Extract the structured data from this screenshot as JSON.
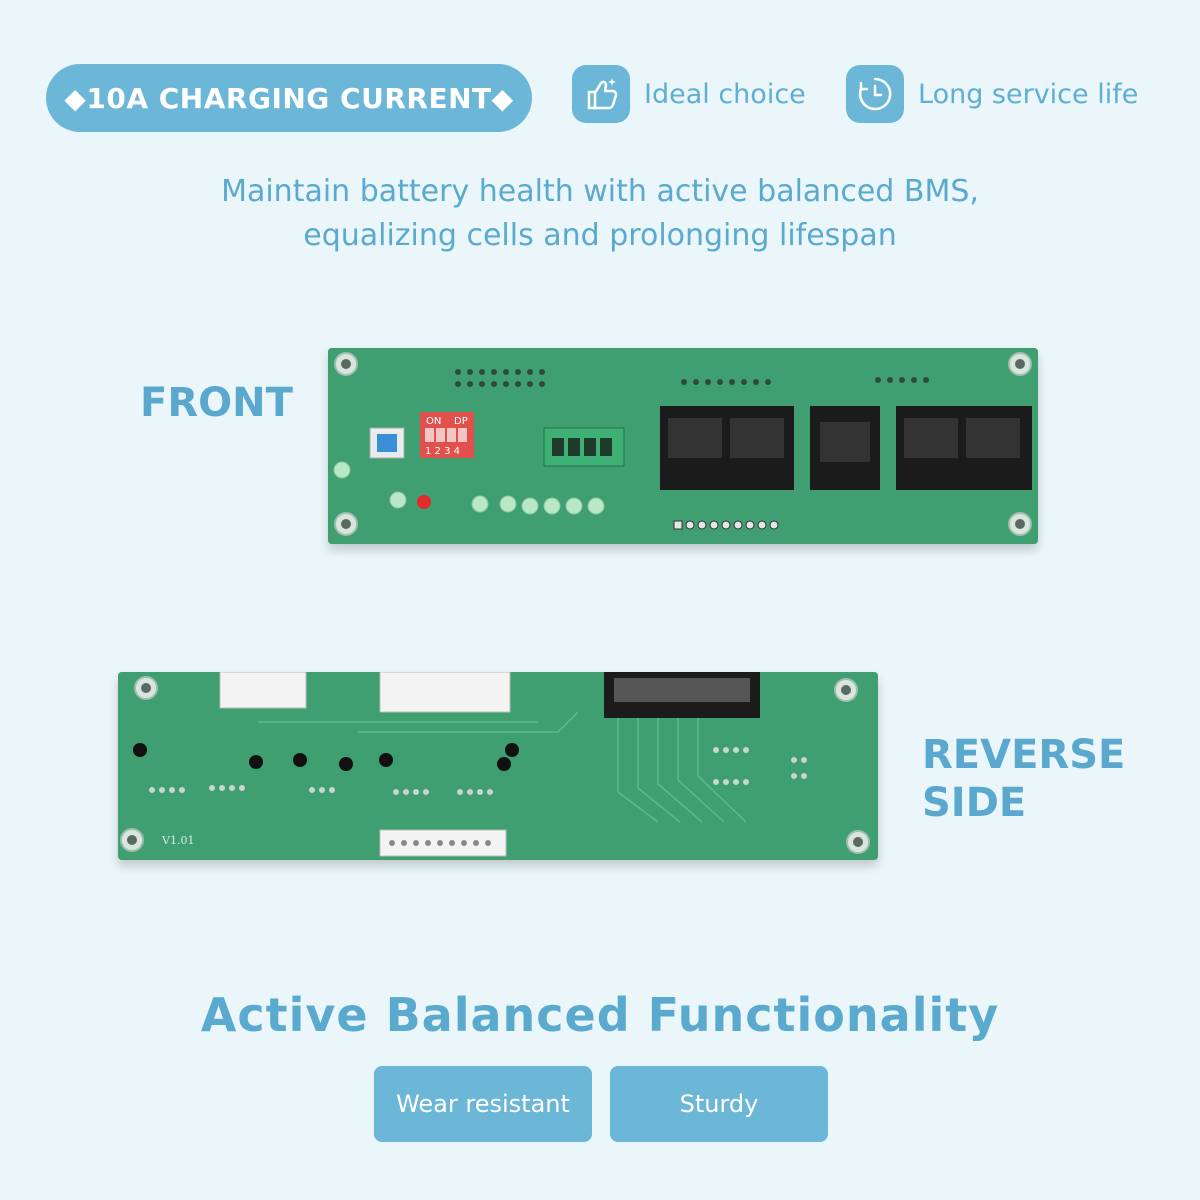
{
  "badge": {
    "label": "◆10A CHARGING CURRENT◆"
  },
  "features": [
    {
      "label": "Ideal choice",
      "icon": "thumbs-up-icon"
    },
    {
      "label": "Long service life",
      "icon": "clock-icon"
    }
  ],
  "subtitle": {
    "line1": "Maintain battery health with active balanced BMS,",
    "line2": "equalizing cells and prolonging lifespan"
  },
  "front_label": "FRONT",
  "reverse_label": {
    "line1": "REVERSE",
    "line2": "SIDE"
  },
  "front_board": {
    "dip_on": "ON",
    "dip_dp": "DP",
    "dip_numbers": "1 2 3 4"
  },
  "reverse_board": {
    "version": "V1.01"
  },
  "heading": "Active Balanced Functionality",
  "buttons": [
    {
      "label": "Wear resistant"
    },
    {
      "label": "Sturdy"
    }
  ],
  "colors": {
    "accent": "#6cb6d8",
    "text_blue": "#5aa9cf",
    "background": "#eaf6fa",
    "pcb_green": "#3d9d6e"
  }
}
